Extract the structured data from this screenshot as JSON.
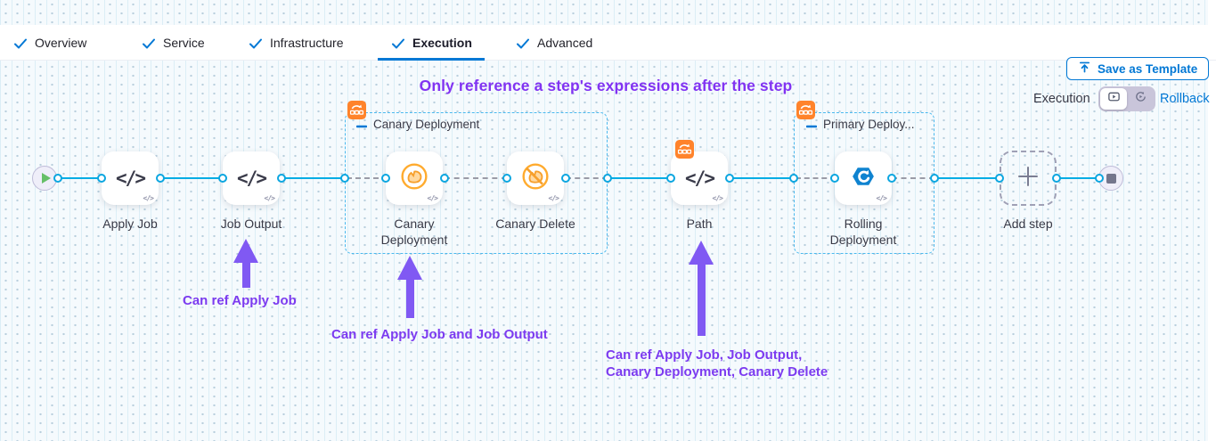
{
  "header": {
    "tabs": [
      {
        "label": "Overview"
      },
      {
        "label": "Service"
      },
      {
        "label": "Infrastructure"
      },
      {
        "label": "Execution"
      },
      {
        "label": "Advanced"
      }
    ],
    "active_tab": "Execution",
    "save_as_template": "Save as Template"
  },
  "mode_switch": {
    "execution_label": "Execution",
    "rollback_label": "Rollback"
  },
  "canvas": {
    "heading": "Only reference a step's expressions after the step",
    "groups": [
      {
        "label": "Canary Deployment"
      },
      {
        "label": "Primary Deploy..."
      }
    ],
    "steps": {
      "apply_job": "Apply Job",
      "job_output": "Job Output",
      "canary_deployment": "Canary Deployment",
      "canary_delete": "Canary Delete",
      "path": "Path",
      "rolling_deployment": "Rolling Deployment",
      "add_step": "Add step"
    },
    "annotations": {
      "ref_apply_job": "Can ref Apply Job",
      "ref_apply_job_output": "Can ref Apply Job and Job Output",
      "ref_all_line1": "Can ref Apply Job, Job Output,",
      "ref_all_line2": "Canary Deployment, Canary Delete"
    },
    "icons": {
      "code": "</>"
    },
    "colors": {
      "primary_blue": "#0278d5",
      "connector_blue": "#00ade4",
      "group_border_blue": "#4ab9ee",
      "badge_orange": "#ff832b",
      "canary_orange": "#ffab2e",
      "annotation_purple": "#7c3bf0",
      "arrow_purple": "#8059f3",
      "play_green": "#66bf67"
    }
  }
}
